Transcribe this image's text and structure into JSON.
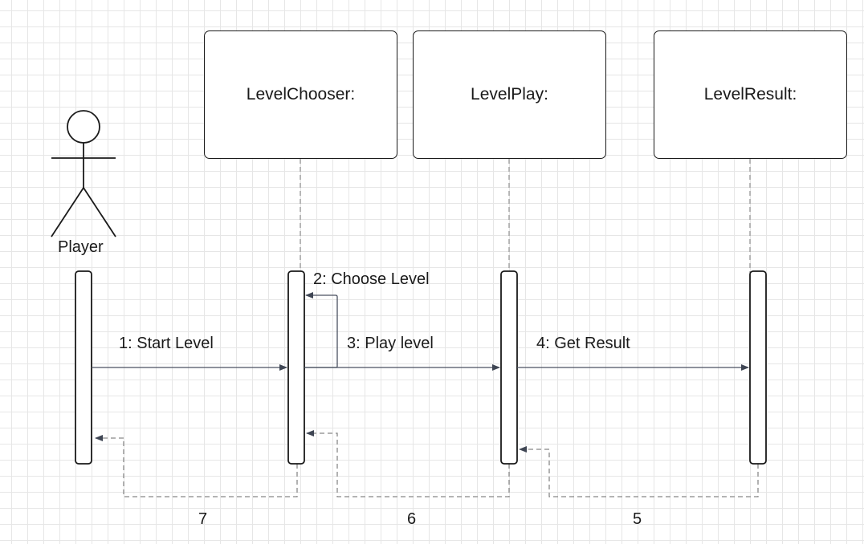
{
  "actor": {
    "name": "Player"
  },
  "lifelines": [
    {
      "name": "LevelChooser:"
    },
    {
      "name": "LevelPlay:"
    },
    {
      "name": "LevelResult:"
    }
  ],
  "messages": [
    {
      "label": "1: Start Level",
      "type": "sync"
    },
    {
      "label": "2: Choose Level",
      "type": "self"
    },
    {
      "label": "3: Play level",
      "type": "sync"
    },
    {
      "label": "4: Get Result",
      "type": "sync"
    },
    {
      "label": "5",
      "type": "return"
    },
    {
      "label": "6",
      "type": "return"
    },
    {
      "label": "7",
      "type": "return"
    }
  ],
  "colors": {
    "line": "#1a1a1a",
    "arrow": "#4a5160",
    "return": "#888888",
    "grid": "#e6e6e6"
  }
}
